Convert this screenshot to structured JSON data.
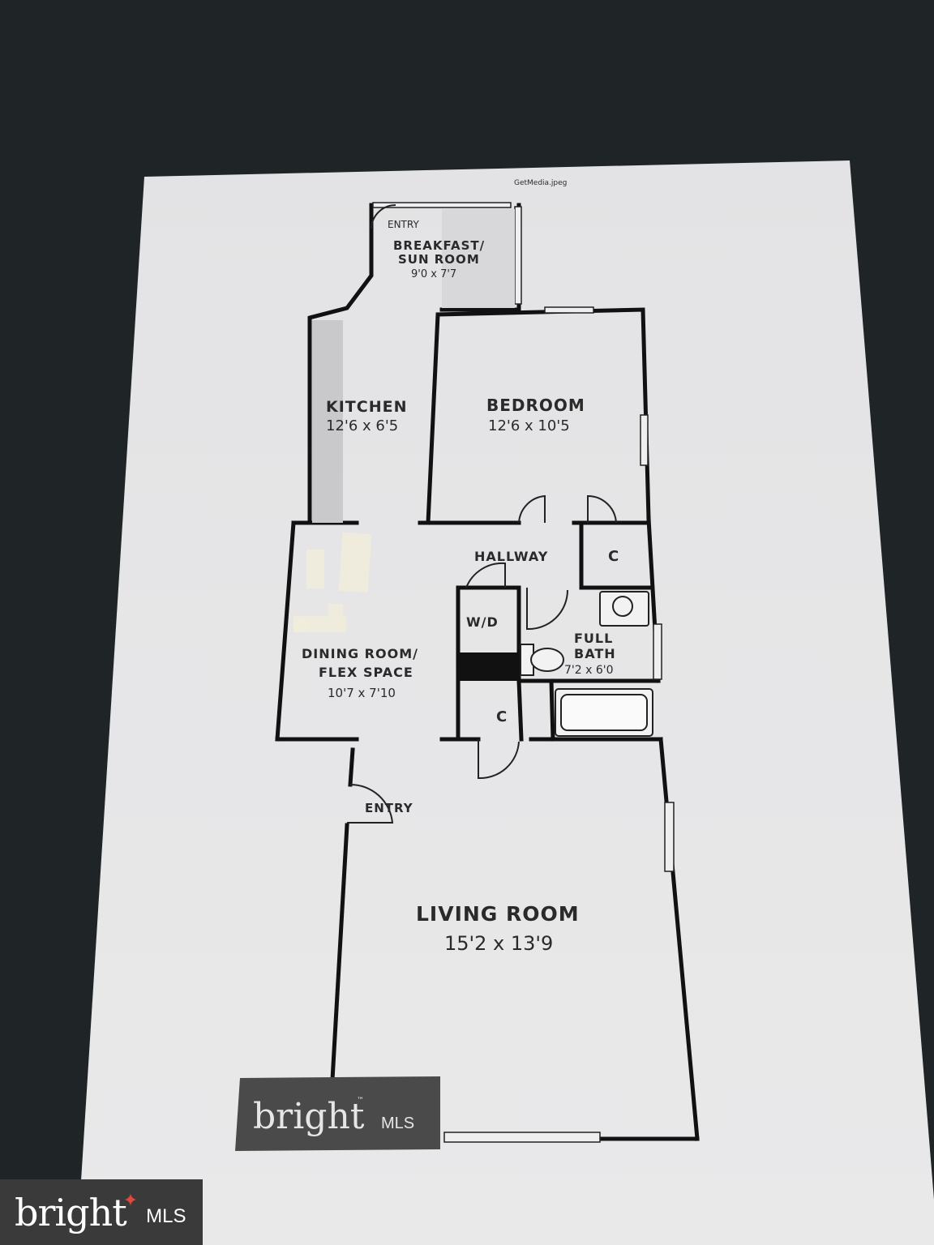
{
  "file_label": "GetMedia.jpeg",
  "rooms": {
    "entry_top": "ENTRY",
    "breakfast_name_1": "BREAKFAST/",
    "breakfast_name_2": "SUN ROOM",
    "breakfast_size": "9'0 x 7'7",
    "kitchen_name": "KITCHEN",
    "kitchen_size": "12'6 x 6'5",
    "bedroom_name": "BEDROOM",
    "bedroom_size": "12'6 x 10'5",
    "hallway_name": "HALLWAY",
    "closet_1": "C",
    "wd": "W/D",
    "full_bath_1": "FULL",
    "full_bath_2": "BATH",
    "bath_size": "7'2 x 6'0",
    "dining_name_1": "DINING ROOM/",
    "dining_name_2": "FLEX SPACE",
    "dining_size": "10'7 x 7'10",
    "closet_2": "C",
    "entry_bottom": "ENTRY",
    "living_name": "LIVING ROOM",
    "living_size": "15'2 x 13'9"
  },
  "paper_logo": {
    "word": "bright",
    "suffix": "MLS",
    "tm": "™"
  },
  "watermark": {
    "word": "bright",
    "suffix": "MLS",
    "spark_color": "#e04a3c"
  }
}
